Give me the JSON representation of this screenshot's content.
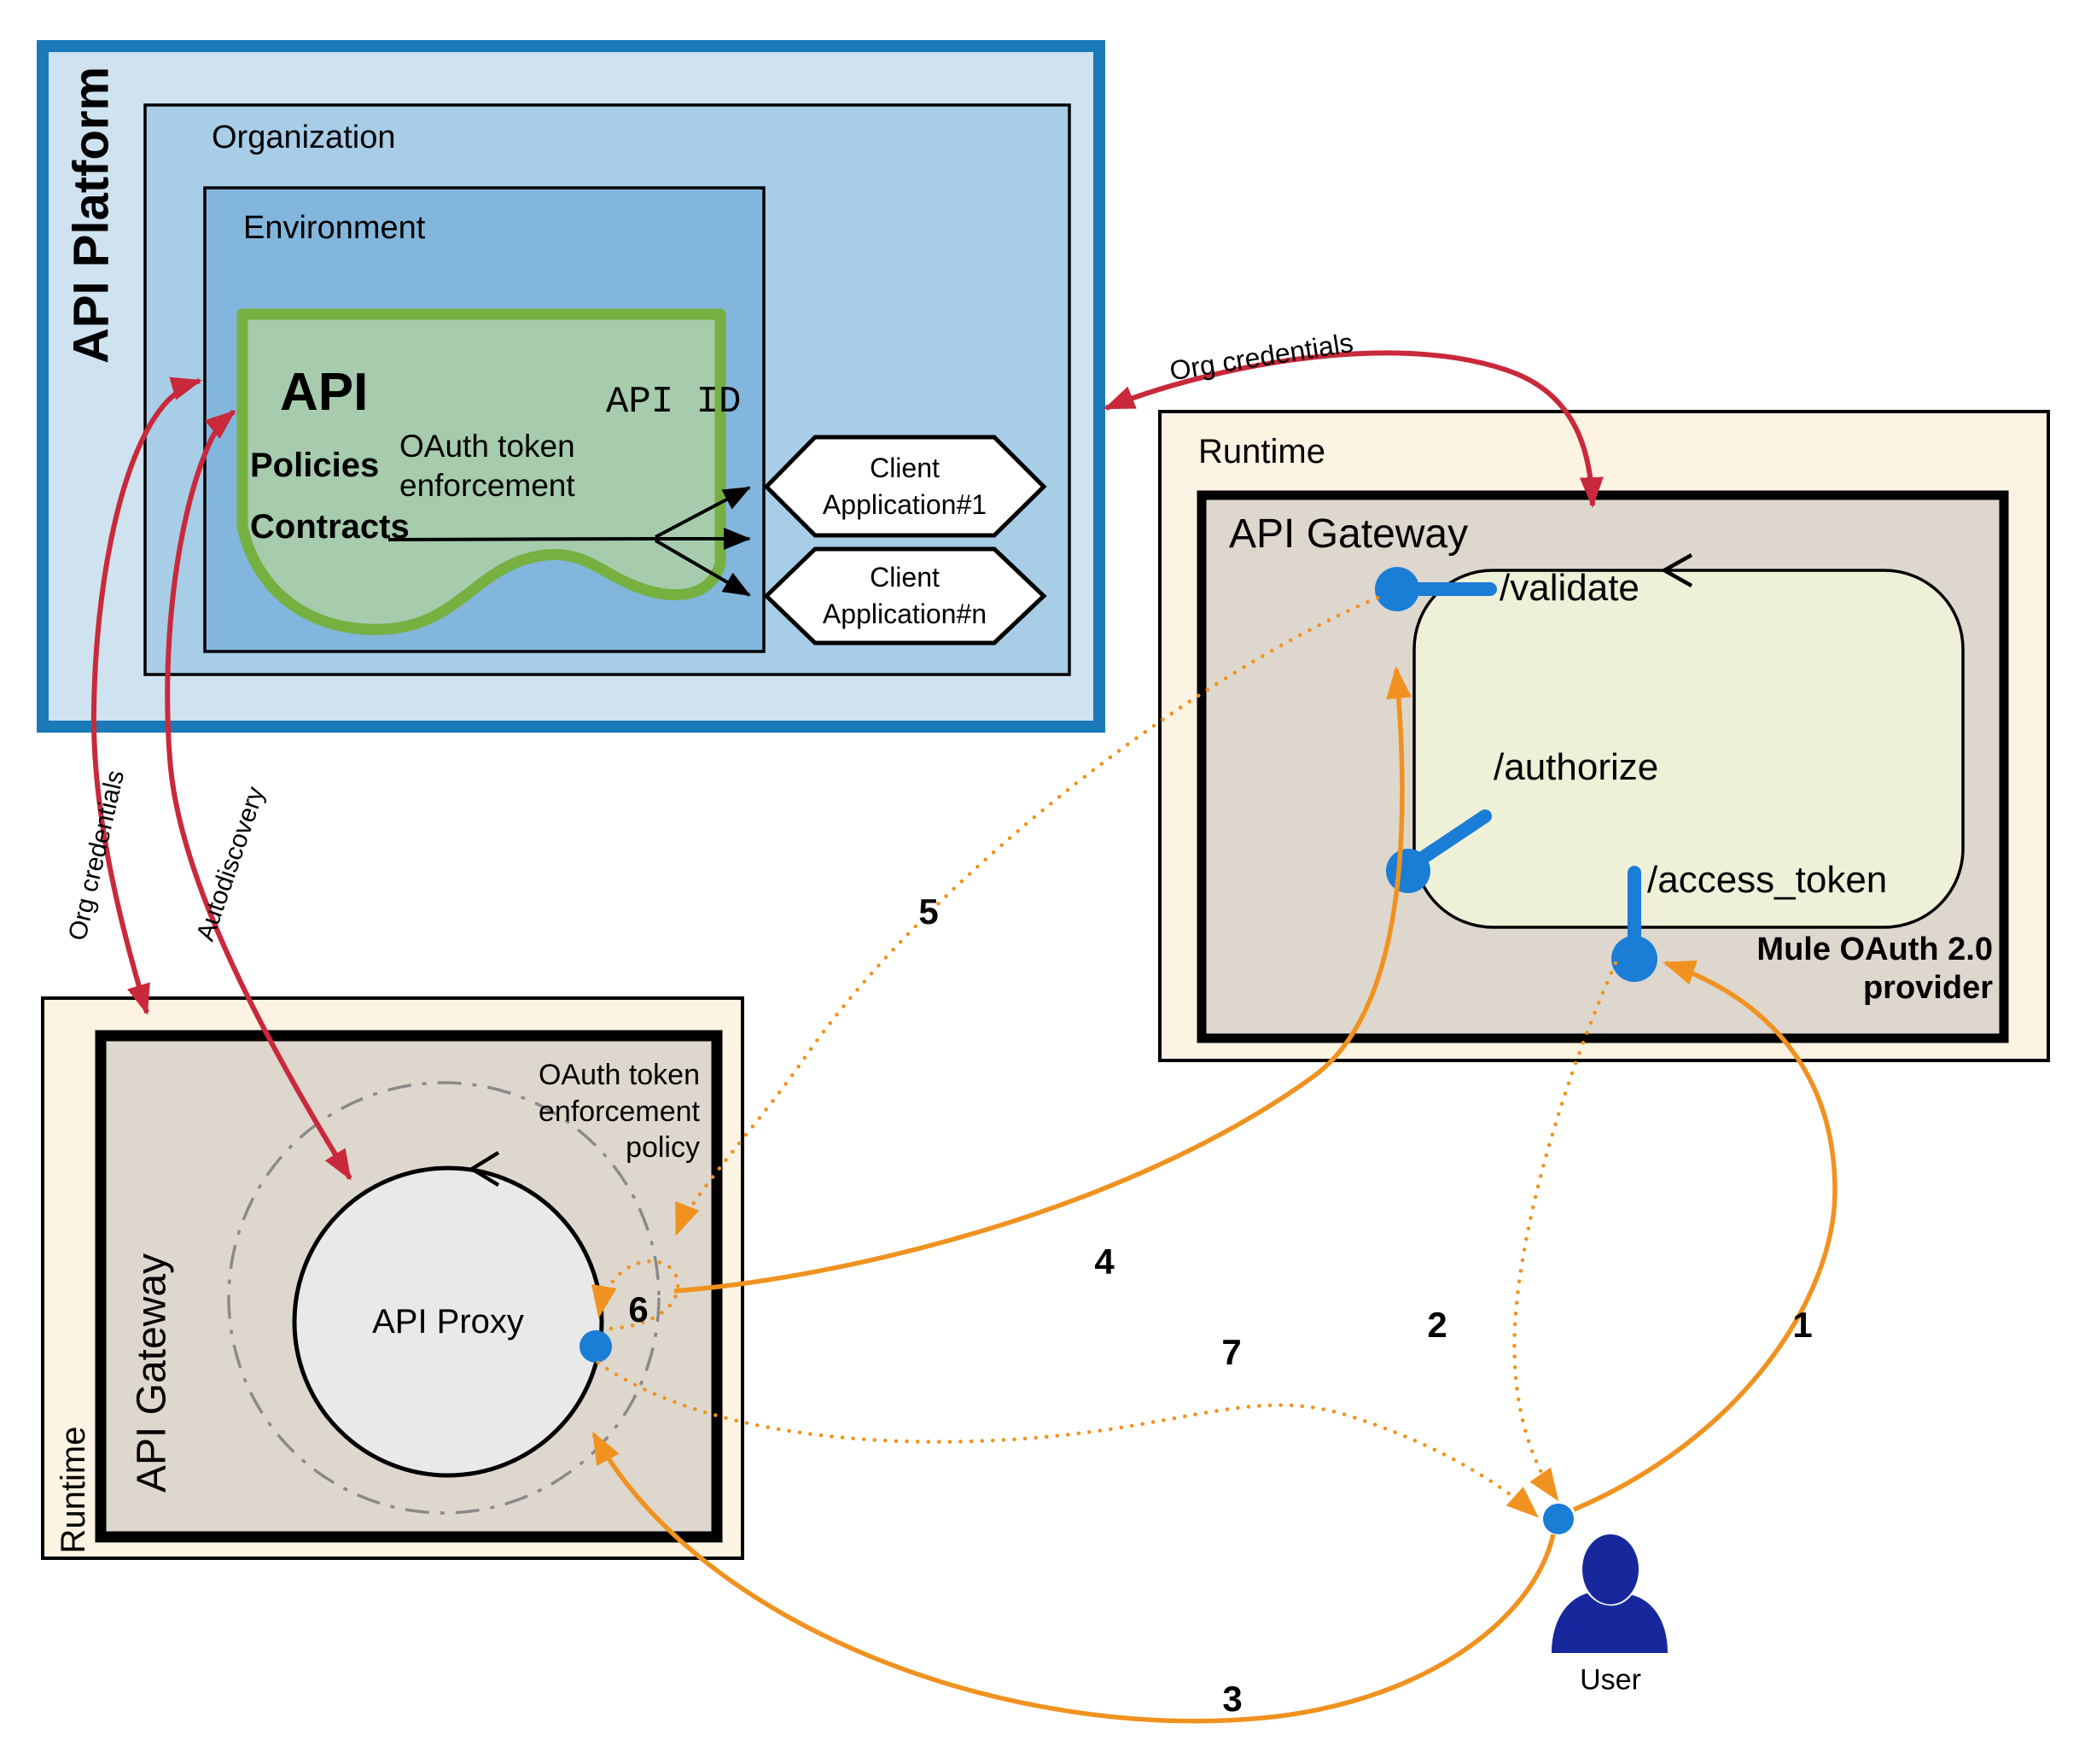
{
  "platform": {
    "title": "API Platform"
  },
  "organization": {
    "title": "Organization"
  },
  "environment": {
    "title": "Environment"
  },
  "api": {
    "title": "API",
    "api_id": "API ID",
    "policies": "Policies",
    "policy_line1": "OAuth token",
    "policy_line2": "enforcement",
    "contracts": "Contracts"
  },
  "client_app_1": {
    "line1": "Client",
    "line2": "Application#1"
  },
  "client_app_n": {
    "line1": "Client",
    "line2": "Application#n"
  },
  "arrows": {
    "org_credentials_top": "Org credentials",
    "org_credentials_left": "Org credentials",
    "autodiscovery": "Autodiscovery"
  },
  "oauth_runtime": {
    "title": "Runtime",
    "gateway": "API Gateway",
    "validate": "/validate",
    "authorize": "/authorize",
    "access_token": "/access_token",
    "provider_line1": "Mule OAuth 2.0",
    "provider_line2": "provider"
  },
  "proxy_runtime": {
    "title": "Runtime",
    "gateway": "API Gateway",
    "proxy": "API Proxy",
    "policy_line1": "OAuth token",
    "policy_line2": "enforcement",
    "policy_line3": "policy"
  },
  "user": {
    "label": "User"
  },
  "steps": {
    "1": "1",
    "2": "2",
    "3": "3",
    "4": "4",
    "5": "5",
    "6": "6",
    "7": "7"
  },
  "colors": {
    "platform_border": "#1b79b7",
    "platform_fill": "#cfe2f0",
    "organization_fill": "#a7cde7",
    "environment_fill": "#82b6dc",
    "api_fill": "#a6cbad",
    "api_border": "#76b041",
    "runtime_fill": "#fdf3e2",
    "gateway_fill": "#ddd7ce",
    "provider_fill": "#eef0d8",
    "endpoint_blue": "#1a7dd6",
    "flow_orange": "#f0921f",
    "credential_red": "#c9293b",
    "user_navy": "#17289d"
  }
}
